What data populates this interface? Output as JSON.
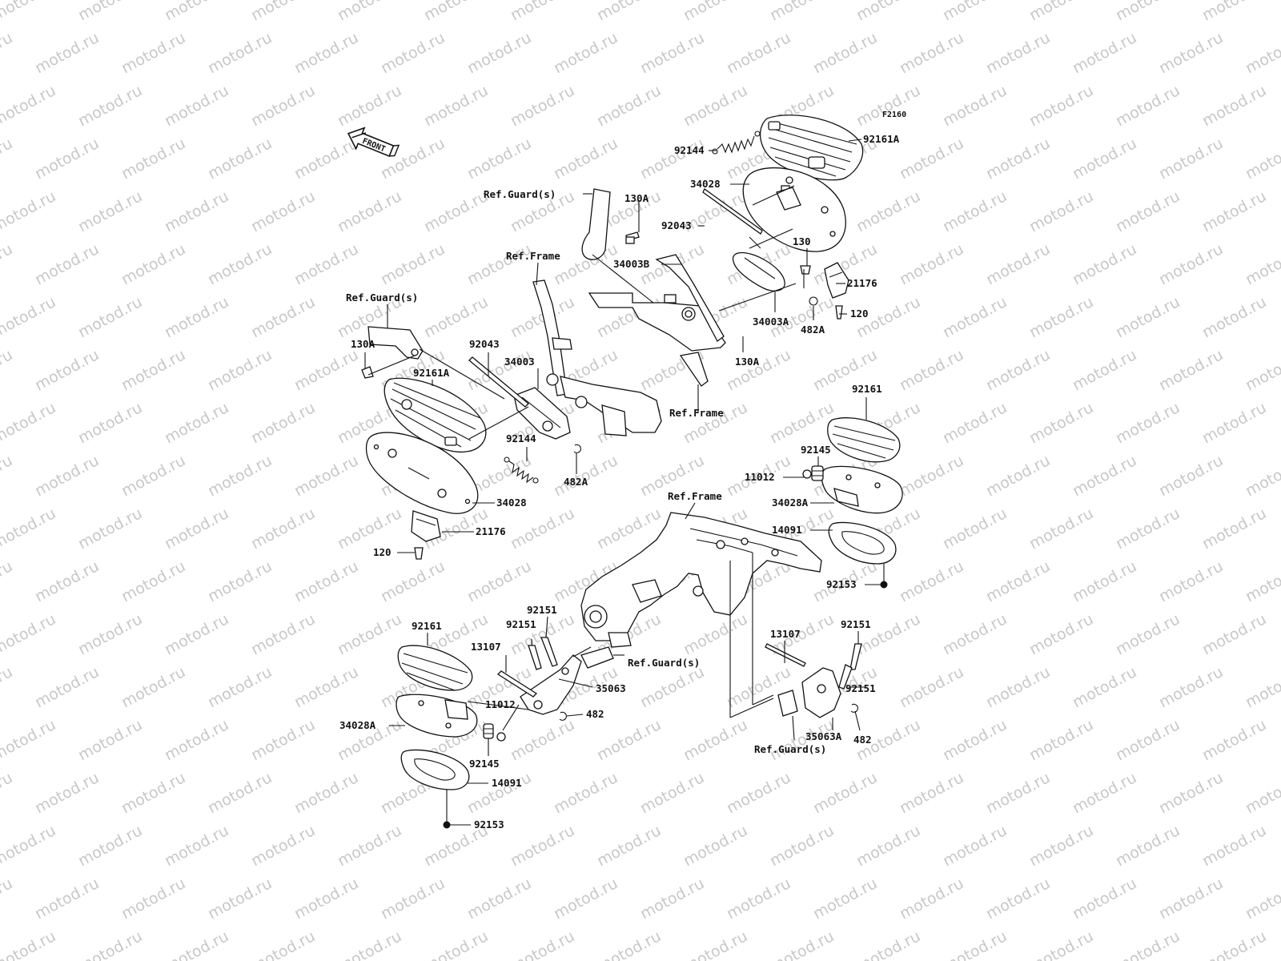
{
  "watermark": "motod.ru",
  "figure_code": "F2160",
  "front_arrow_text": "FRONT",
  "labels": {
    "l92161A_top": "92161A",
    "l92144_top": "92144",
    "l34028_top": "34028",
    "l130A_top": "130A",
    "lRefGuard_top": "Ref.Guard(s)",
    "l92043_top": "92043",
    "l130_top": "130",
    "lRefFrame_top": "Ref.Frame",
    "l34003B": "34003B",
    "l21176_top": "21176",
    "l120_top": "120",
    "l34003A": "34003A",
    "l482A_top": "482A",
    "l130A_mid": "130A",
    "lRefGuard_left": "Ref.Guard(s)",
    "l130A_left": "130A",
    "l92043_left": "92043",
    "l34003": "34003",
    "l92161A_left": "92161A",
    "l92144_left": "92144",
    "l482A_left": "482A",
    "l34028_left": "34028",
    "l21176_left": "21176",
    "l120_left": "120",
    "lRefFrame_mid": "Ref.Frame",
    "l92161_right": "92161",
    "l92145_right": "92145",
    "l11012_right": "11012",
    "l34028A_right": "34028A",
    "l14091_right": "14091",
    "l92153_right": "92153",
    "lRefFrame_low": "Ref.Frame",
    "l92161_left": "92161",
    "l92151_a": "92151",
    "l92151_b": "92151",
    "l13107_left": "13107",
    "lRefGuard_mid": "Ref.Guard(s)",
    "l35063": "35063",
    "l11012_left": "11012",
    "l482_left": "482",
    "l34028A_left": "34028A",
    "l92145_left": "92145",
    "l14091_left": "14091",
    "l92153_left": "92153",
    "l13107_right": "13107",
    "l92151_c": "92151",
    "l92151_d": "92151",
    "l35063A": "35063A",
    "lRefGuard_low": "Ref.Guard(s)",
    "l482_right": "482"
  }
}
